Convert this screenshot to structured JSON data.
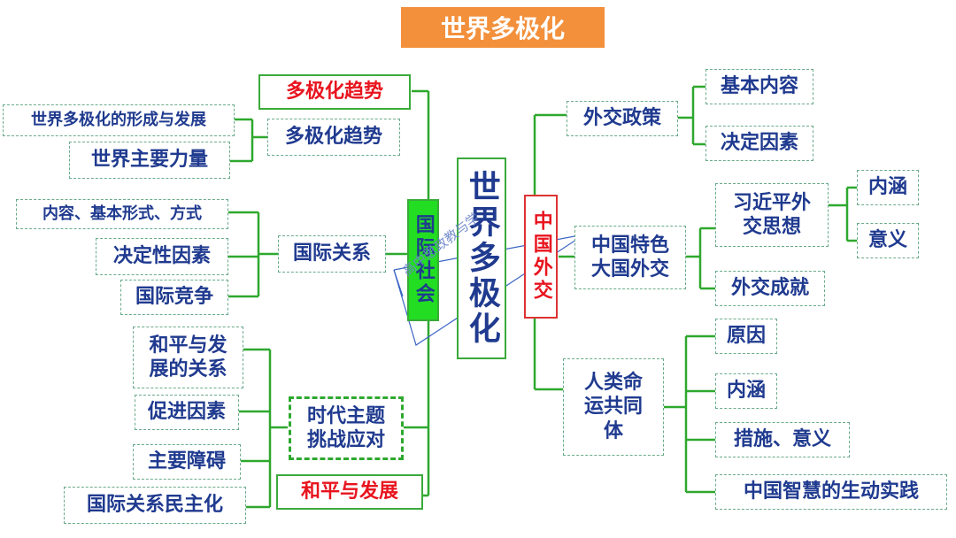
{
  "title": "世界多极化",
  "center": "世界多极化",
  "left": {
    "hub": "国际社会",
    "trend_header": "多极化趋势",
    "trend": "多极化趋势",
    "trend_items": [
      "世界多极化的形成与发展",
      "世界主要力量"
    ],
    "relations": "国际关系",
    "relations_items": [
      "内容、基本形式、方式",
      "决定性因素",
      "国际竞争"
    ],
    "era": "时代主题\n挑战应对",
    "era_items": [
      "和平与发\n展的关系",
      "促进因素",
      "主要障碍",
      "国际关系民主化"
    ],
    "peace_header": "和平与发展"
  },
  "right": {
    "hub": "中国外交",
    "policy": "外交政策",
    "policy_items": [
      "基本内容",
      "决定因素"
    ],
    "major": "中国特色\n大国外交",
    "xi": "习近平外\n交思想",
    "xi_items": [
      "内涵",
      "意义"
    ],
    "achievements": "外交成就",
    "community": "人类命\n运共同\n体",
    "community_items": [
      "原因",
      "内涵",
      "措施、意义",
      "中国智慧的生动实践"
    ]
  },
  "watermark": "高中思政教与学",
  "colors": {
    "title_bg": "#f3903b",
    "line": "#2ea82e",
    "text": "#1f3a8f",
    "accent_red": "#e8141e",
    "hub_fill": "#22dd22"
  }
}
